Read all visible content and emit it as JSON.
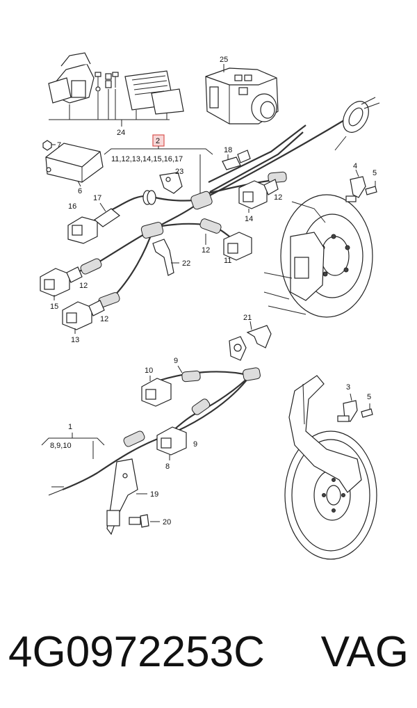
{
  "callouts": {
    "c1": "1",
    "c1_sub": "8,9,10",
    "c2": "2",
    "c2_sub": "11,12,13,14,15,16,17",
    "c3": "3",
    "c4": "4",
    "c5a": "5",
    "c5b": "5",
    "c6": "6",
    "c7": "7",
    "c8": "8",
    "c9a": "9",
    "c9b": "9",
    "c10": "10",
    "c11": "11",
    "c12a": "12",
    "c12b": "12",
    "c12c": "12",
    "c12d": "12",
    "c13": "13",
    "c14": "14",
    "c15": "15",
    "c16": "16",
    "c17": "17",
    "c18": "18",
    "c19": "19",
    "c20": "20",
    "c21": "21",
    "c22": "22",
    "c23": "23",
    "c24": "24",
    "c25": "25"
  },
  "caption": {
    "part_number": "4G0972253C",
    "brand": "VAG"
  },
  "colors": {
    "highlight_border": "#d9534f",
    "highlight_fill": "#f7d7d7"
  }
}
